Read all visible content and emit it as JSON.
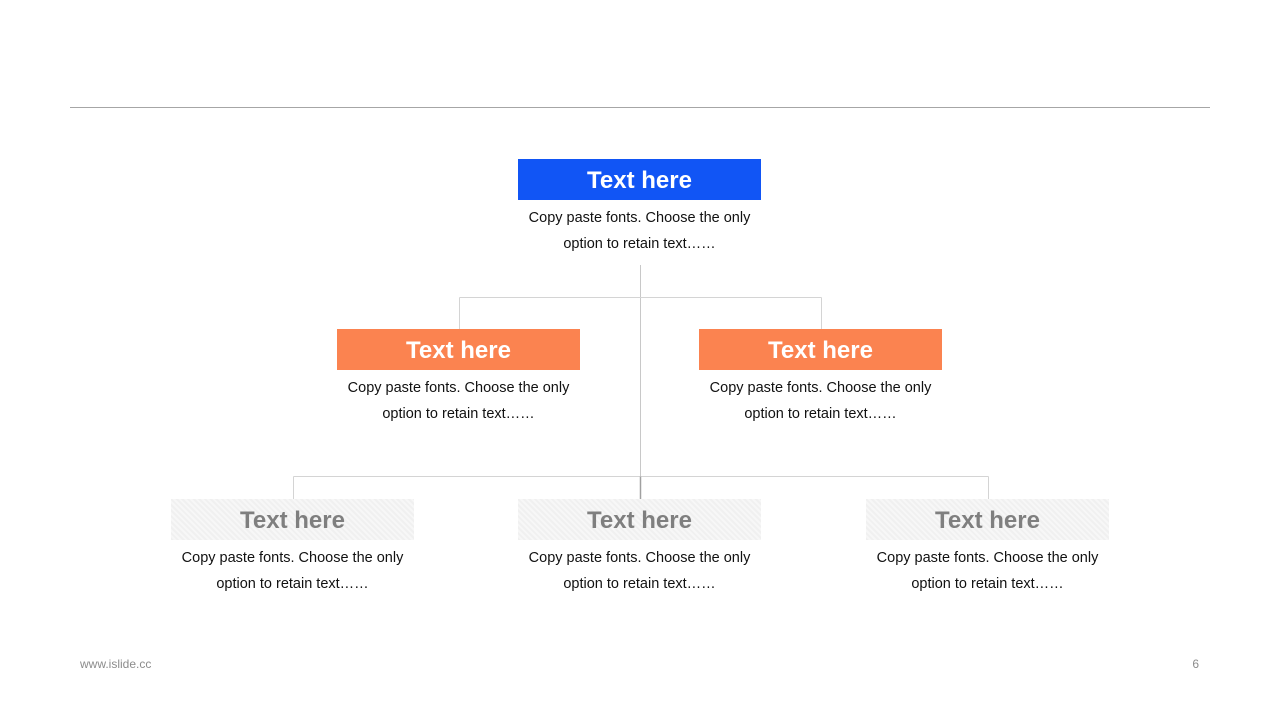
{
  "root": {
    "title": "Text here",
    "description": "Copy paste fonts. Choose the only option to retain text……"
  },
  "level2": [
    {
      "title": "Text here",
      "description": "Copy paste fonts. Choose the only option to retain text……"
    },
    {
      "title": "Text here",
      "description": "Copy paste fonts. Choose the only option to retain text……"
    }
  ],
  "level3": [
    {
      "title": "Text here",
      "description": "Copy paste fonts. Choose the only option to retain text……"
    },
    {
      "title": "Text here",
      "description": "Copy paste fonts. Choose the only option to retain text……"
    },
    {
      "title": "Text here",
      "description": "Copy paste fonts. Choose the only option to retain text……"
    }
  ],
  "footer": {
    "url": "www.islide.cc",
    "page_number": "6"
  },
  "colors": {
    "root_fill": "#1155f5",
    "level2_fill": "#fb8350",
    "level3_fill": "#f2f2f2",
    "level3_text": "#7f7f7f",
    "connector": "#c8c8c8"
  }
}
